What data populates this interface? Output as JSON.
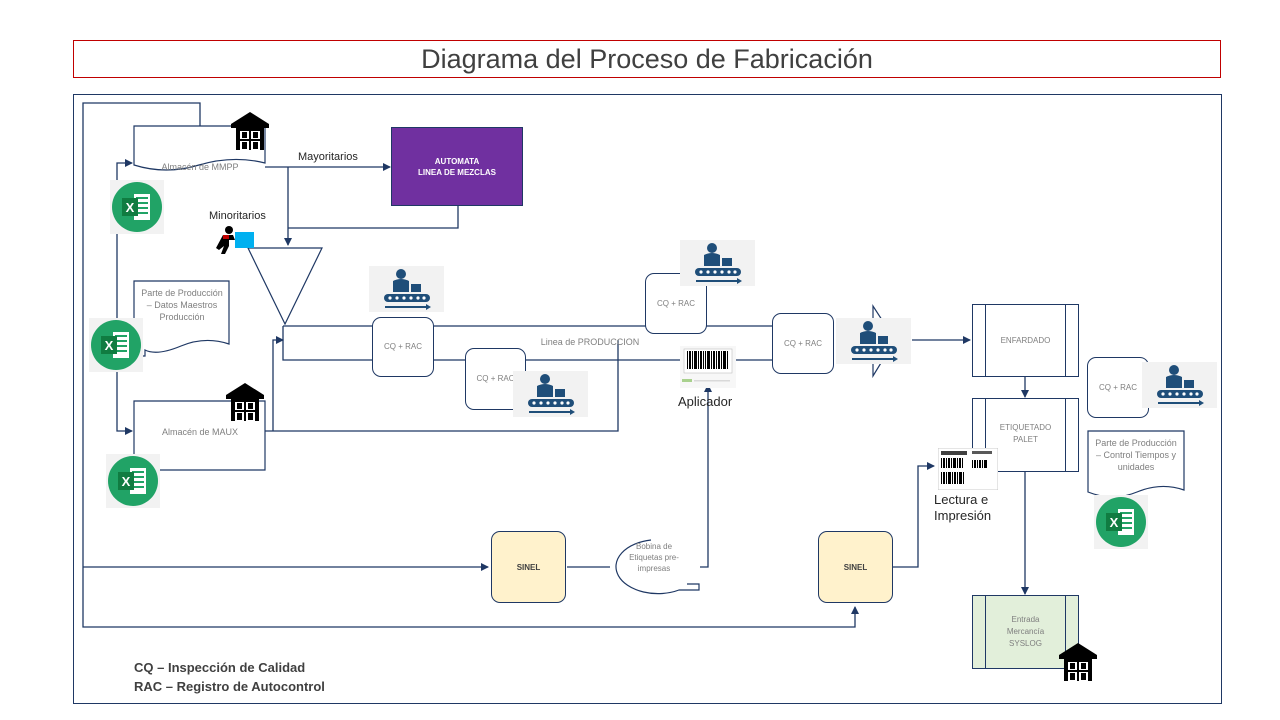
{
  "title": "Diagrama del Proceso de Fabricación",
  "nodes": {
    "almacen_mmpp": "Almacén de MMPP",
    "almacen_maux": "Almacén de MAUX",
    "automata_line1": "AUTOMATA",
    "automata_line2": "LINEA DE MEZCLAS",
    "parte_produccion_1": "Parte de Producción – Datos Maestros Producción",
    "parte_produccion_2": "Parte de Producción – Control Tiempos y unidades",
    "cq_rac": "CQ + RAC",
    "linea_produccion": "Linea de PRODUCCION",
    "enfardado": "ENFARDADO",
    "etiquetado_palet": "ETIQUETADO PALET",
    "entrada_mercancia": "Entrada Mercancía SYSLOG",
    "sinel": "SINEL",
    "bobina": "Bobina de Etiquetas pre-impresas"
  },
  "labels": {
    "mayoritarios": "Mayoritarios",
    "minoritarios": "Minoritarios",
    "aplicador": "Aplicador",
    "lectura": "Lectura e Impresión"
  },
  "legend": {
    "cq": "CQ – Inspección de Calidad",
    "rac": "RAC – Registro de Autocontrol"
  },
  "colors": {
    "line": "#1f3864",
    "automata": "#7030a0",
    "sinel": "#fff2cc",
    "entrada": "#e2efda",
    "excel": "#21a366",
    "worker": "#1f4e79",
    "title_border": "#c00000"
  },
  "icons": [
    "warehouse-icon",
    "excel-icon",
    "worker-conveyor-icon",
    "barcode-icon",
    "label-icon",
    "worker-loading-icon"
  ]
}
